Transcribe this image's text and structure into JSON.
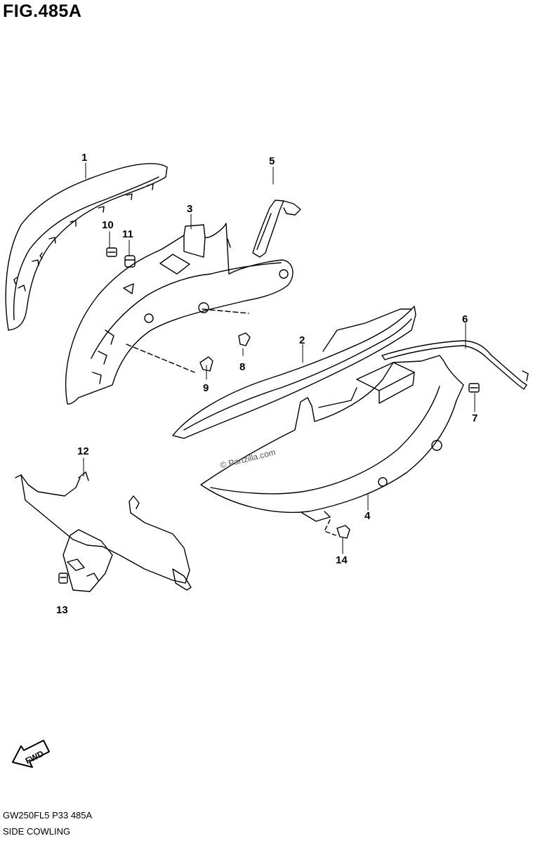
{
  "figure": {
    "title": "FIG.485A"
  },
  "callouts": {
    "c1": "1",
    "c2": "2",
    "c3": "3",
    "c4": "4",
    "c5": "5",
    "c6": "6",
    "c7": "7",
    "c8": "8",
    "c9": "9",
    "c10": "10",
    "c11": "11",
    "c12": "12",
    "c13": "13",
    "c14": "14"
  },
  "watermark": "© Partzilla.com",
  "direction": {
    "label": "FWD"
  },
  "footer": {
    "code": "GW250FL5  P33  485A",
    "name": "SIDE COWLING"
  },
  "colors": {
    "line": "#000000",
    "background": "#ffffff"
  }
}
